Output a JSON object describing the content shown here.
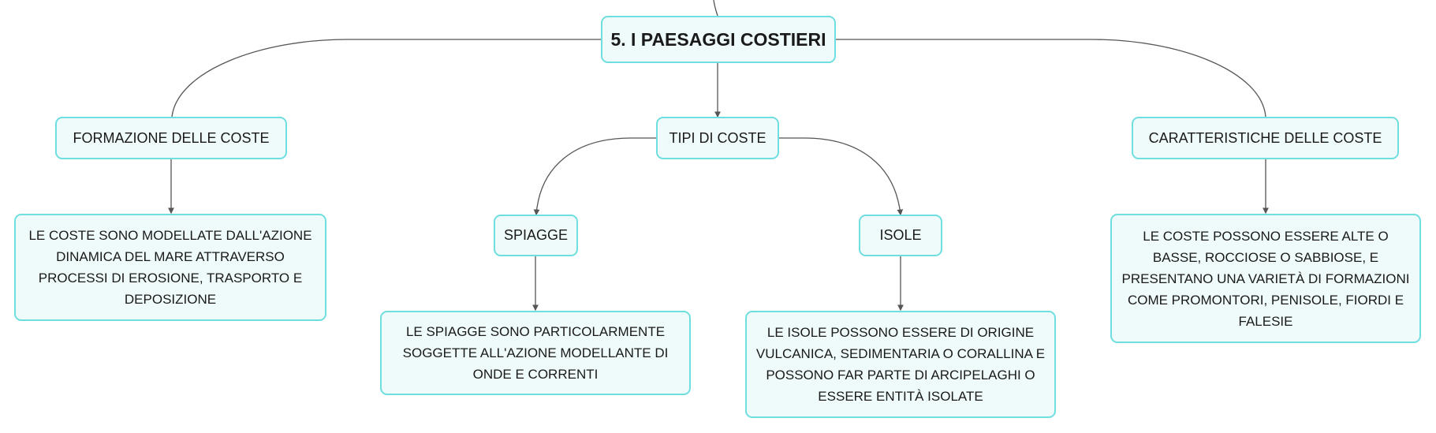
{
  "colors": {
    "node_fill": "#effafa",
    "node_border": "#6fdede",
    "connector": "#555555",
    "text": "#1a1a1a"
  },
  "root": {
    "title": "5. I PAESAGGI COSTIERI"
  },
  "branches": {
    "formazione": {
      "title": "FORMAZIONE DELLE COSTE",
      "text": "LE COSTE SONO MODELLATE DALL'AZIONE DINAMICA DEL MARE ATTRAVERSO PROCESSI DI EROSIONE, TRASPORTO E DEPOSIZIONE"
    },
    "tipi": {
      "title": "TIPI DI COSTE",
      "spiagge": {
        "title": "SPIAGGE",
        "text": "LE SPIAGGE SONO PARTICOLARMENTE SOGGETTE ALL'AZIONE MODELLANTE DI ONDE E CORRENTI"
      },
      "isole": {
        "title": "ISOLE",
        "text": "LE ISOLE POSSONO ESSERE DI ORIGINE VULCANICA, SEDIMENTARIA O CORALLINA E POSSONO FAR PARTE DI ARCIPELAGHI O ESSERE ENTITÀ ISOLATE"
      }
    },
    "caratteristiche": {
      "title": "CARATTERISTICHE DELLE COSTE",
      "text": "LE COSTE POSSONO ESSERE ALTE O BASSE, ROCCIOSE O SABBIOSE, E PRESENTANO UNA VARIETÀ DI FORMAZIONI COME PROMONTORI, PENISOLE, FIORDI E FALESIE"
    }
  }
}
